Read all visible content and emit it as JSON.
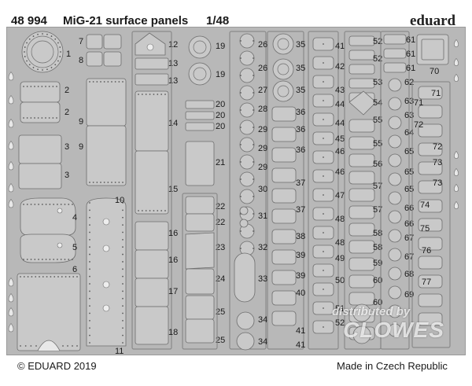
{
  "header": {
    "product_number": "48 994",
    "product_title": "MiG-21 surface panels",
    "scale": "1/48",
    "brand": "eduard"
  },
  "footer": {
    "copyright": "© EDUARD 2019",
    "origin": "Made in Czech Republic"
  },
  "watermark": {
    "line1": "distributed by",
    "line2": "CLOWES"
  },
  "colors": {
    "fret": "#b8b8b8",
    "part": "#c9c9c9",
    "part_edge": "#6e6e6e",
    "rivet": "#5a5a5a",
    "label": "#1a1a1a"
  },
  "part_numbers": [
    "1",
    "2",
    "2",
    "3",
    "3",
    "4",
    "5",
    "6",
    "7",
    "8",
    "9",
    "9",
    "10",
    "11",
    "12",
    "13",
    "13",
    "14",
    "15",
    "16",
    "16",
    "17",
    "18",
    "19",
    "19",
    "20",
    "20",
    "20",
    "21",
    "22",
    "22",
    "23",
    "24",
    "25",
    "25",
    "26",
    "26",
    "27",
    "28",
    "29",
    "29",
    "29",
    "30",
    "31",
    "32",
    "33",
    "34",
    "34",
    "35",
    "35",
    "35",
    "36",
    "36",
    "36",
    "37",
    "37",
    "38",
    "39",
    "39",
    "40",
    "41",
    "41",
    "41",
    "42",
    "43",
    "44",
    "44",
    "45",
    "46",
    "46",
    "47",
    "48",
    "48",
    "49",
    "50",
    "51",
    "52",
    "52",
    "52",
    "53",
    "54",
    "55",
    "55",
    "56",
    "57",
    "57",
    "58",
    "58",
    "59",
    "60",
    "60",
    "61",
    "61",
    "61",
    "62",
    "63",
    "63",
    "64",
    "65",
    "65",
    "65",
    "66",
    "66",
    "67",
    "67",
    "68",
    "69",
    "70",
    "71",
    "71",
    "72",
    "72",
    "73",
    "73",
    "74",
    "75",
    "76",
    "77"
  ]
}
